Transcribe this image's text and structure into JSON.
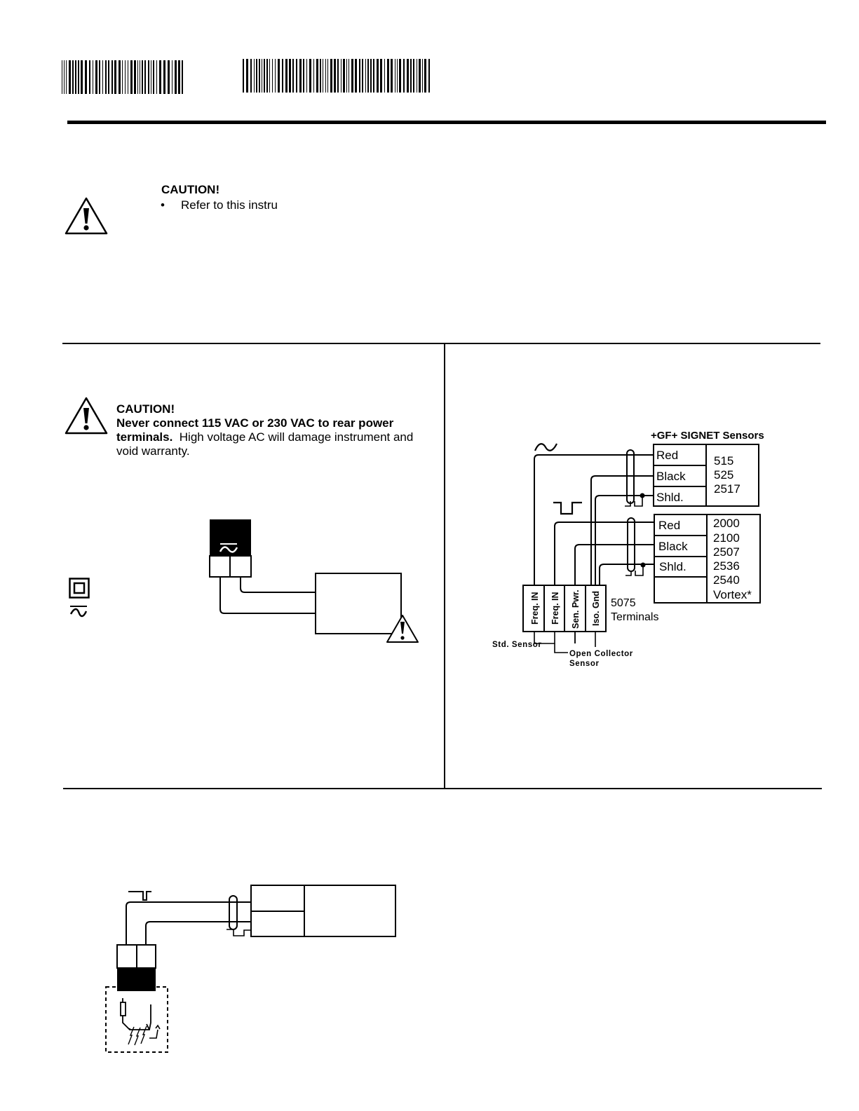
{
  "colors": {
    "ink": "#000000",
    "paper": "#ffffff"
  },
  "icons": {
    "top_warning": "warning-triangle-icon",
    "power_warning": "warning-triangle-icon",
    "small_warning": "warning-triangle-icon",
    "double_insulation": "double-insulation-icon",
    "ac_symbol": "ac-symbol-icon"
  },
  "top_caution": {
    "title": "CAUTION!",
    "bullet": "•",
    "text": "Refer to this instru"
  },
  "power_caution": {
    "title": "CAUTION!",
    "bold_text": "Never connect 115 VAC or 230 VAC to rear power terminals.",
    "normal_text": "High voltage AC will damage instrument and void warranty."
  },
  "sensor_diagram": {
    "header": "+GF+ SIGNET Sensors",
    "group1": {
      "wires": [
        "Red",
        "Black",
        "Shld."
      ],
      "models": [
        "515",
        "525",
        "2517"
      ]
    },
    "group2": {
      "wires": [
        "Red",
        "Black",
        "Shld."
      ],
      "models": [
        "2000",
        "2100",
        "2507",
        "2536",
        "2540",
        "Vortex*"
      ]
    },
    "terminals": [
      "Freq. IN",
      "Freq. IN",
      "Sen. Pwr.",
      "Iso. Gnd"
    ],
    "terminals_label_line1": "5075",
    "terminals_label_line2": "Terminals",
    "std_sensor": "Std. Sensor",
    "open_collector_line1": "Open Collector",
    "open_collector_line2": "Sensor"
  }
}
